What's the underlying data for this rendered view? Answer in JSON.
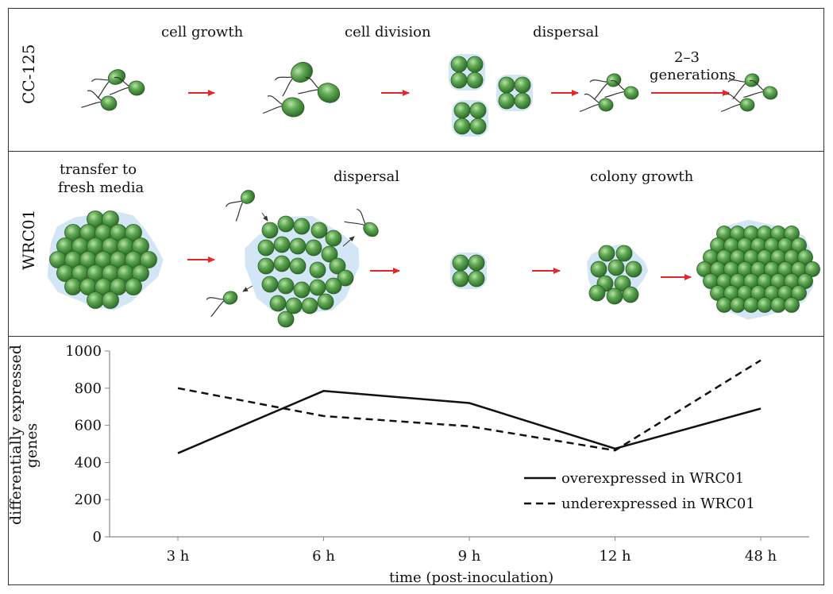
{
  "panels": {
    "cc125": {
      "strain": "CC-125",
      "labels": {
        "growth": "cell growth",
        "division": "cell division",
        "dispersal": "dispersal",
        "generations_1": "2–3",
        "generations_2": "generations"
      }
    },
    "wrc01": {
      "strain": "WRC01",
      "labels": {
        "transfer_1": "transfer to",
        "transfer_2": "fresh media",
        "dispersal": "dispersal",
        "colony": "colony growth"
      }
    }
  },
  "colors": {
    "cell_green": "#3f8f3a",
    "cell_highlight": "#a8d89a",
    "halo": "#cfe3f3",
    "arrow_red": "#e8252b",
    "ink": "#111111"
  },
  "chart_data": {
    "type": "line",
    "categories": [
      "3 h",
      "6 h",
      "9 h",
      "12 h",
      "48 h"
    ],
    "series": [
      {
        "name": "overexpressed in WRC01",
        "style": "solid",
        "values": [
          450,
          785,
          720,
          475,
          690
        ]
      },
      {
        "name": "underexpressed in WRC01",
        "style": "dashed",
        "values": [
          800,
          650,
          595,
          465,
          950
        ]
      }
    ],
    "xlabel": "time (post-inoculation)",
    "ylabel_1": "differentially expressed",
    "ylabel_2": "genes",
    "ylim": [
      0,
      1000
    ],
    "yticks": [
      "0",
      "200",
      "400",
      "600",
      "800",
      "1000"
    ],
    "grid": false,
    "legend": "bottom-right"
  }
}
